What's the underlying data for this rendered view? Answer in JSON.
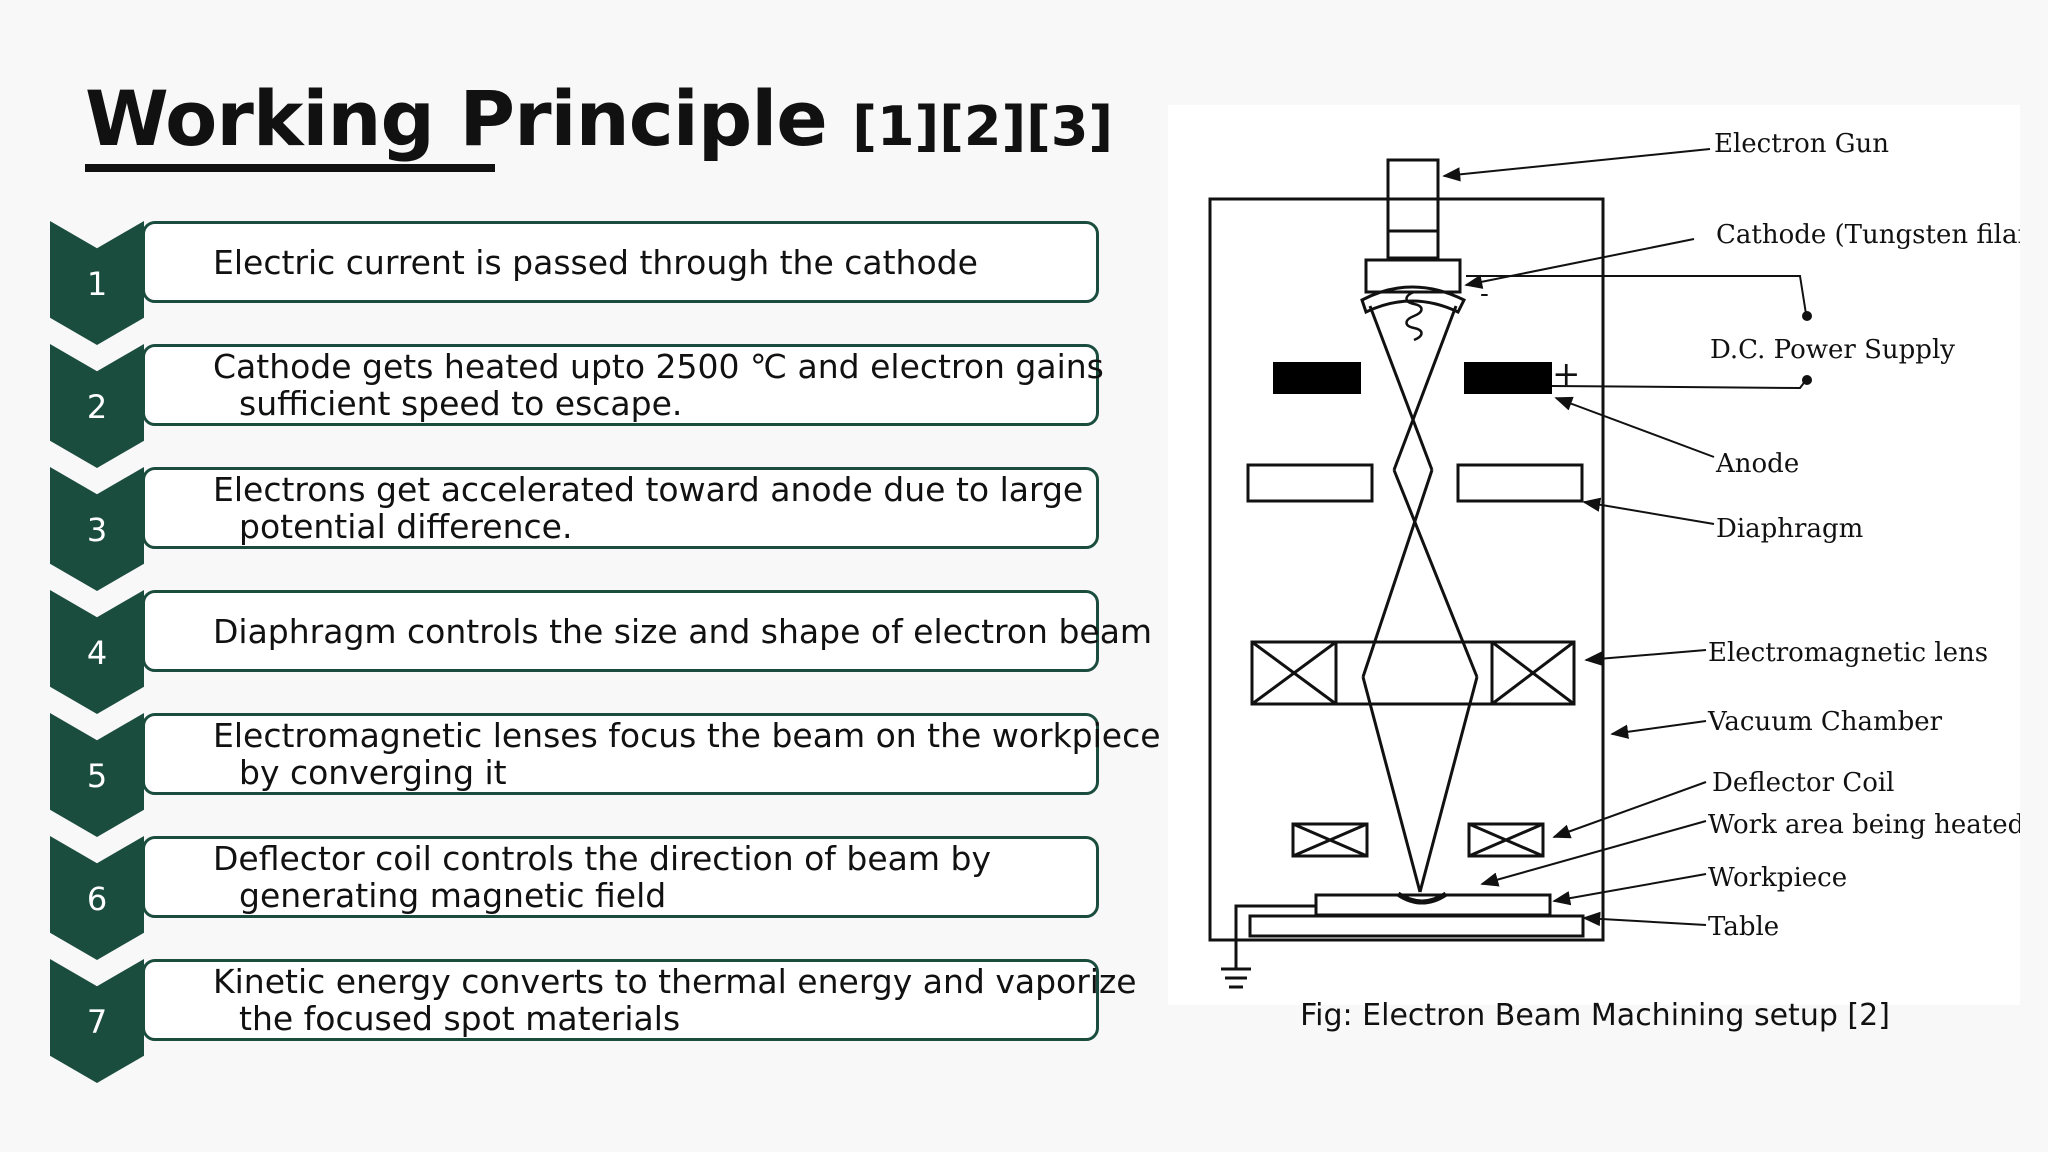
{
  "title": {
    "main": "Working Principle",
    "refs": "[1][2][3]"
  },
  "steps": [
    {
      "num": "1",
      "line1": "Electric current is passed through the cathode",
      "line2": ""
    },
    {
      "num": "2",
      "line1": "Cathode gets heated upto 2500 ℃ and electron gains",
      "line2": "sufficient speed to escape."
    },
    {
      "num": "3",
      "line1": "Electrons get accelerated toward anode due to large",
      "line2": "potential difference."
    },
    {
      "num": "4",
      "line1": "Diaphragm controls the size and shape of electron beam",
      "line2": ""
    },
    {
      "num": "5",
      "line1": "Electromagnetic lenses focus the beam on the workpiece",
      "line2": "by  converging it"
    },
    {
      "num": "6",
      "line1": "Deflector coil controls the direction of beam by",
      "line2": "generating magnetic field"
    },
    {
      "num": "7",
      "line1": "Kinetic energy converts to thermal energy and vaporize",
      "line2": "the focused spot materials"
    }
  ],
  "diagram": {
    "labels": {
      "electron_gun": "Electron Gun",
      "cathode": "Cathode (Tungsten filament)",
      "dc_supply": "D.C. Power Supply",
      "anode": "Anode",
      "diaphragm": "Diaphragm",
      "em_lens": "Electromagnetic lens",
      "vacuum": "Vacuum Chamber",
      "deflector": "Deflector Coil",
      "work_area": "Work area being heated",
      "workpiece": "Workpiece",
      "table": "Table"
    },
    "minus": "-",
    "plus": "+",
    "caption": "Fig: Electron Beam Machining setup [2]"
  },
  "colors": {
    "accent": "#1b4d3e",
    "text": "#111111",
    "background": "#f8f8f8"
  }
}
